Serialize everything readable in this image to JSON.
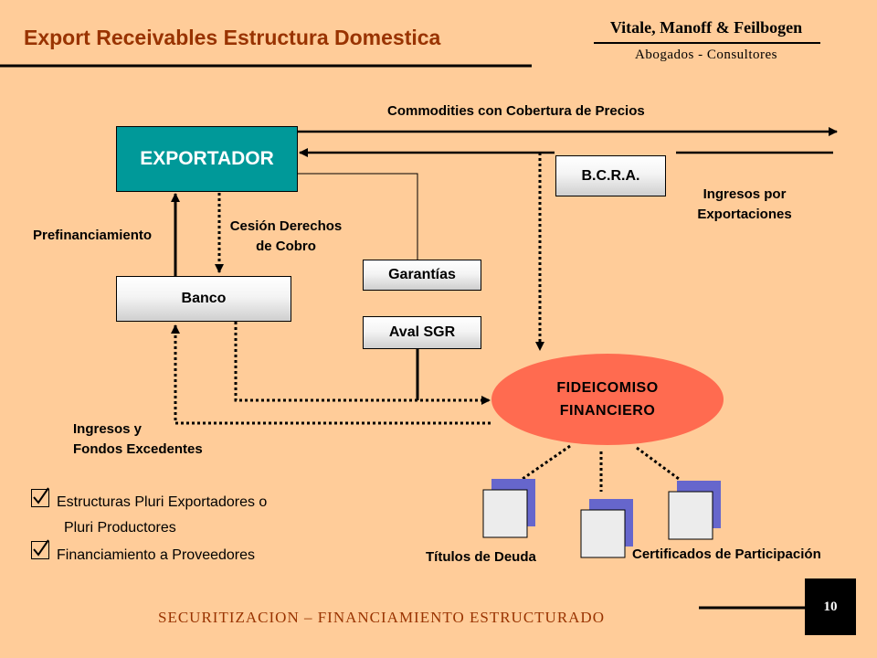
{
  "header": {
    "title": "Export Receivables Estructura Domestica",
    "firm_name": "Vitale, Manoff & Feilbogen",
    "firm_subtitle": "Abogados - Consultores"
  },
  "diagram": {
    "nodes": {
      "exportador": "EXPORTADOR",
      "bcra": "B.C.R.A.",
      "banco": "Banco",
      "garantias": "Garantías",
      "aval": "Aval SGR",
      "fideicomiso_line1": "FIDEICOMISO",
      "fideicomiso_line2": "FINANCIERO"
    },
    "labels": {
      "commodities": "Commodities con Cobertura de Precios",
      "ingresos_export_1": "Ingresos por",
      "ingresos_export_2": "Exportaciones",
      "prefinanciamiento": "Prefinanciamiento",
      "cesion_1": "Cesión Derechos",
      "cesion_2": "de Cobro",
      "ingresos_fondos_1": "Ingresos y",
      "ingresos_fondos_2": "Fondos Excedentes",
      "titulos": "Títulos de Deuda",
      "certificados": "Certificados de Participación"
    }
  },
  "checklist": [
    {
      "line1": "Estructuras Pluri Exportadores o",
      "line2": "Pluri Productores"
    },
    {
      "line1": "Financiamiento a Proveedores"
    }
  ],
  "footer": {
    "text": "SECURITIZACION – FINANCIAMIENTO ESTRUCTURADO",
    "page_number": "10"
  }
}
